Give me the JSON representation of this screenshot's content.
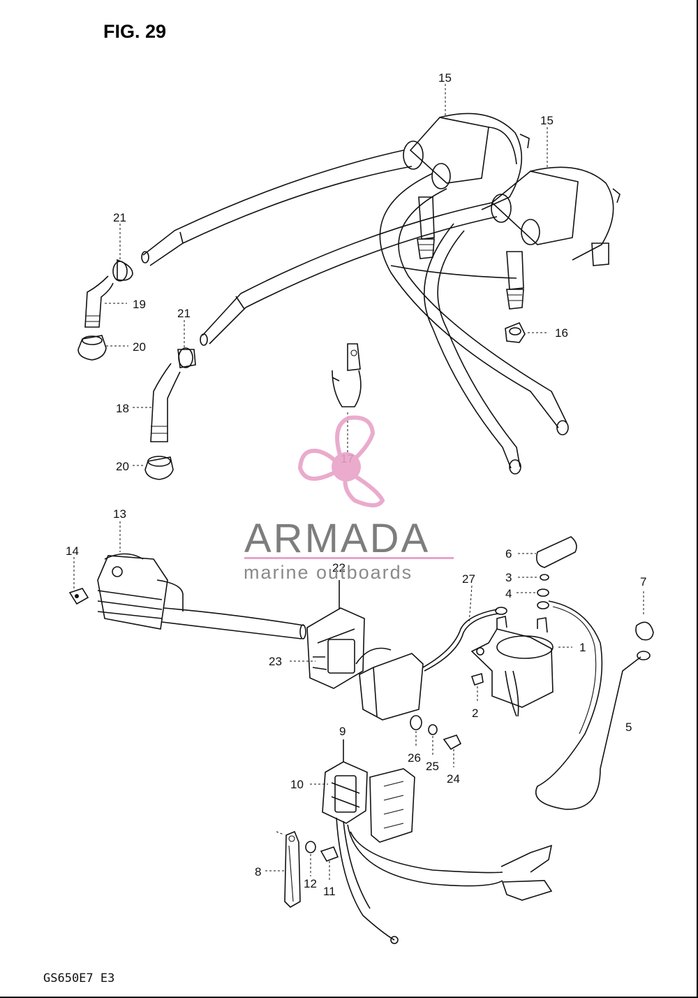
{
  "figure_label": "FIG. 29",
  "model_code": "GS650E7 E3",
  "watermark": {
    "brand": "ARMADA",
    "tagline": "marine outboards",
    "accent_color": "#e8a3c8",
    "text_color": "#7d7d7d",
    "icon": "propeller-icon"
  },
  "callouts": {
    "c1": "1",
    "c2": "2",
    "c3": "3",
    "c4": "4",
    "c5": "5",
    "c6": "6",
    "c7": "7",
    "c8": "8",
    "c9": "9",
    "c10": "10",
    "c11": "11",
    "c12": "12",
    "c13": "13",
    "c14": "14",
    "c15a": "15",
    "c15b": "15",
    "c16": "16",
    "c17": "17",
    "c18": "18",
    "c19": "19",
    "c20a": "20",
    "c20b": "20",
    "c21a": "21",
    "c21b": "21",
    "c22": "22",
    "c23": "23",
    "c24": "24",
    "c25": "25",
    "c26": "26",
    "c27": "27"
  }
}
